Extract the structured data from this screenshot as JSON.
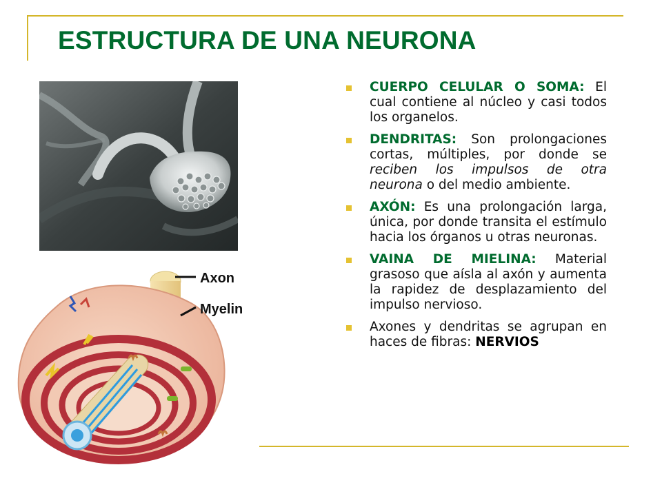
{
  "slide": {
    "title": "ESTRUCTURA DE UNA NEURONA",
    "colors": {
      "title": "#006B2E",
      "accent": "#D4B62A",
      "bullet": "#E5C232"
    }
  },
  "bullets": [
    {
      "term": "CUERPO CELULAR O SOMA:",
      "text": " El cual contiene al núcleo y casi todos los organelos."
    },
    {
      "term": "DENDRITAS:",
      "text_before": "  Son prolongaciones cortas, múltiples, por donde se ",
      "italic": "reciben los impulsos de otra neurona",
      "text_after": "  o del medio ambiente."
    },
    {
      "term": "AXÓN:",
      "text": " Es una prolongación larga, única, por donde transita el estímulo hacia los órganos u otras neuronas."
    },
    {
      "term": "VAINA DE MIELINA:",
      "text": " Material grasoso que aísla al axón y aumenta la rapidez de desplazamiento del impulso nervioso."
    },
    {
      "text": "Axones y dendritas se agrupan en haces de fibras: ",
      "strong": "NERVIOS"
    }
  ],
  "diagram": {
    "label_axon": "Axon",
    "label_myelin": "Myelin",
    "icons": [
      "neuron-synapse-photo",
      "myelin-sheath-diagram"
    ]
  }
}
